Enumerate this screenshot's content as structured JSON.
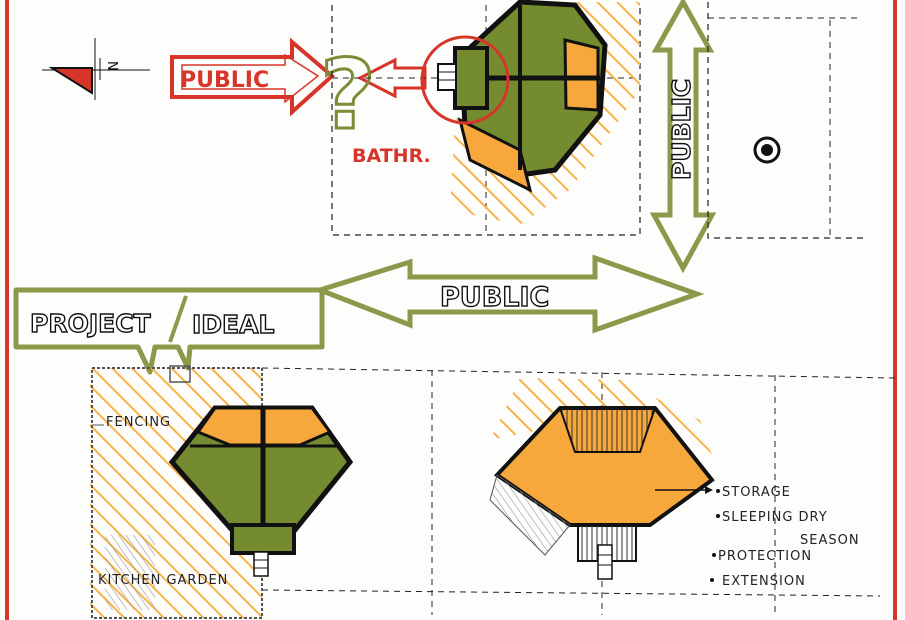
{
  "colors": {
    "red": "#d8352a",
    "green": "#8a9a4a",
    "dark_green": "#6b7f2c",
    "orange": "#f7a83c",
    "hatch": "#f7b34a",
    "ink": "#111111",
    "paper": "#fdfdfb"
  },
  "icons": [
    "north-arrow-icon",
    "manhole-icon"
  ],
  "labels": {
    "north": "N",
    "public_red": "PUBLIC",
    "question": "?",
    "bath": "BATHR.",
    "public_vertical": "PUBLIC",
    "public_horizontal": "PUBLIC",
    "project": "PROJECT",
    "ideal": "IDEAL",
    "fencing": "FENCING",
    "kitchen_garden": "KITCHEN GARDEN"
  },
  "legend": {
    "items": [
      "STORAGE",
      "SLEEPING DRY",
      "SEASON",
      "PROTECTION",
      "EXTENSION"
    ]
  }
}
